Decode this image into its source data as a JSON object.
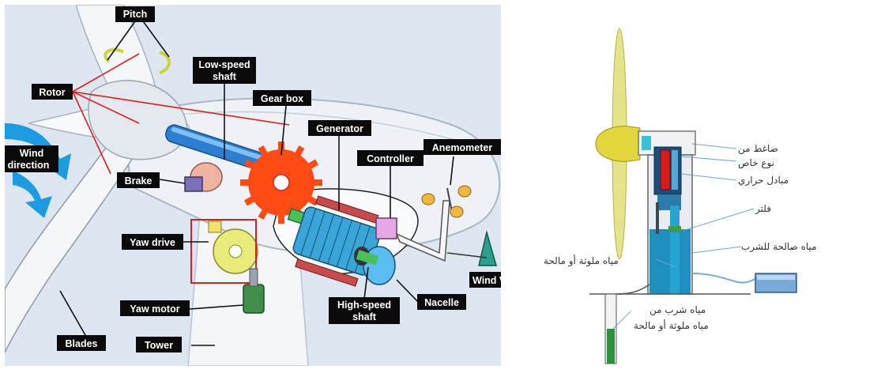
{
  "turbine_diagram": {
    "labels": {
      "pitch": "Pitch",
      "rotor": "Rotor",
      "low_speed_shaft_line1": "Low-speed",
      "low_speed_shaft_line2": "shaft",
      "gear_box": "Gear box",
      "generator": "Generator",
      "anemometer": "Anemometer",
      "controller": "Controller",
      "wind_direction_line1": "Wind",
      "wind_direction_line2": "direction",
      "brake": "Brake",
      "yaw_drive": "Yaw drive",
      "wind_vane": "Wind Vane",
      "yaw_motor": "Yaw motor",
      "nacelle": "Nacelle",
      "high_speed_shaft_line1": "High-speed",
      "high_speed_shaft_line2": "shaft",
      "blades": "Blades",
      "tower": "Tower"
    },
    "colors": {
      "label_bg": "#0a0a0a",
      "pointer_red": "#d91e1e",
      "wind_arrow": "#1d9be0",
      "gear": "#ff4a14",
      "generator": "#3aa5d8"
    }
  },
  "desalination_diagram": {
    "labels": {
      "special_compressor_line1": "ضاغط من",
      "special_compressor_line2": "نوع خاص",
      "heat_exchanger": "مبادل حراري",
      "filter": "فلتر",
      "potable_water": "مياه صالحة للشرب",
      "polluted_water": "مياه ملوثة أو مالحة",
      "drinking_from_polluted_line1": "مياه شرب من",
      "drinking_from_polluted_line2": "مياه ملوثة أو مالحة"
    },
    "colors": {
      "blade": "#e6e48a",
      "hub": "#e2d63a",
      "water": "#1f8fc0",
      "heater": "#d81b1b",
      "tank": "#7aa9d8"
    }
  }
}
